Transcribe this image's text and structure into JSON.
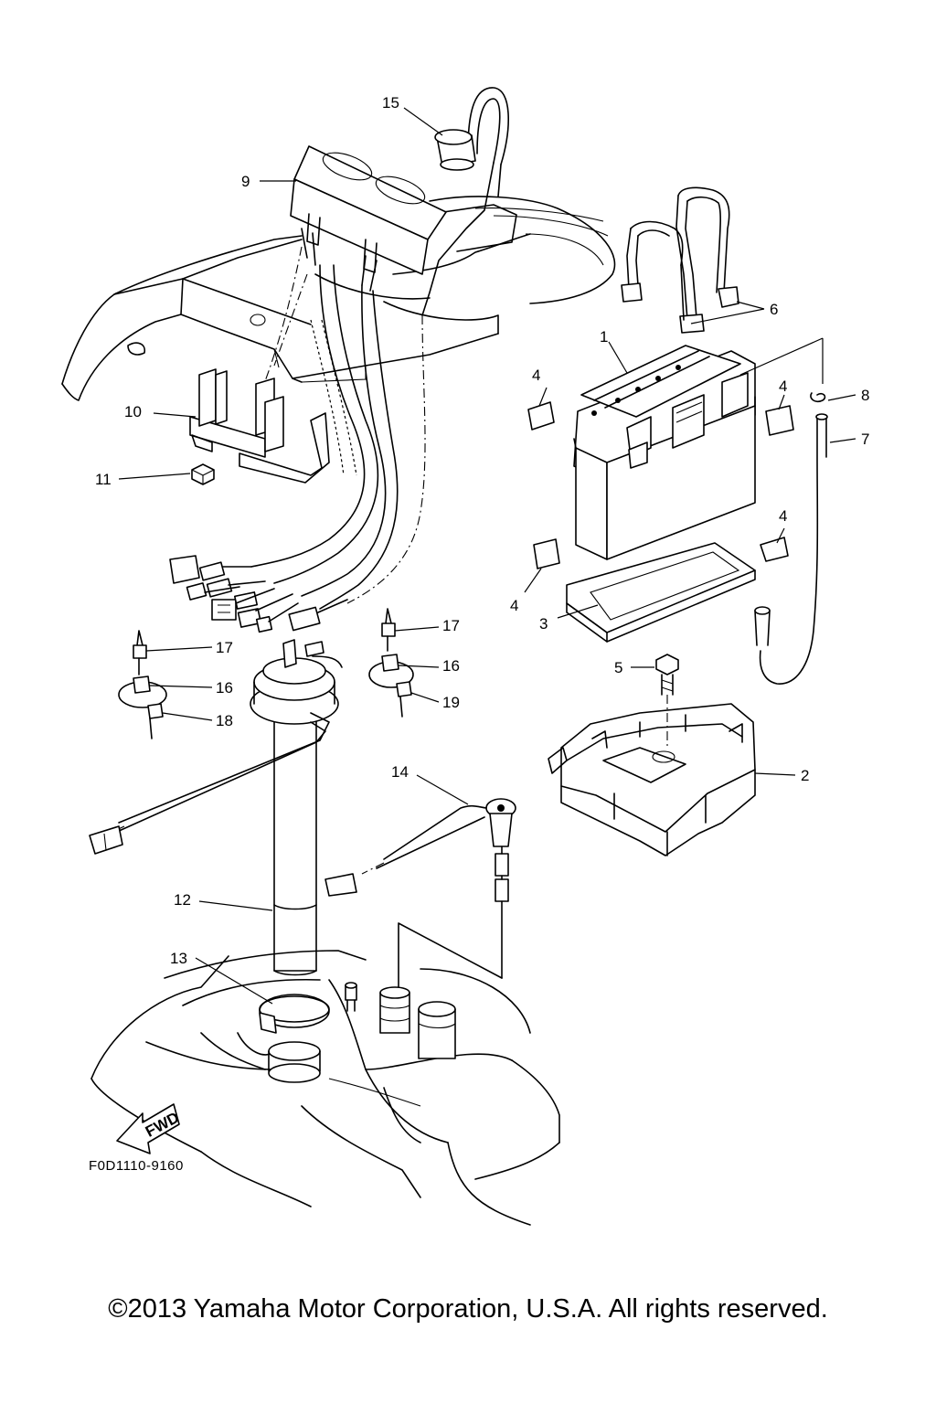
{
  "diagram": {
    "callouts": [
      "1",
      "2",
      "3",
      "4",
      "4",
      "4",
      "4",
      "5",
      "6",
      "7",
      "8",
      "9",
      "10",
      "11",
      "12",
      "13",
      "14",
      "15",
      "16",
      "16",
      "17",
      "17",
      "18",
      "19"
    ],
    "fwd_label": "FWD",
    "drawing_code": "F0D1110-9160",
    "copyright": "©2013 Yamaha Motor Corporation, U.S.A. All rights reserved."
  }
}
